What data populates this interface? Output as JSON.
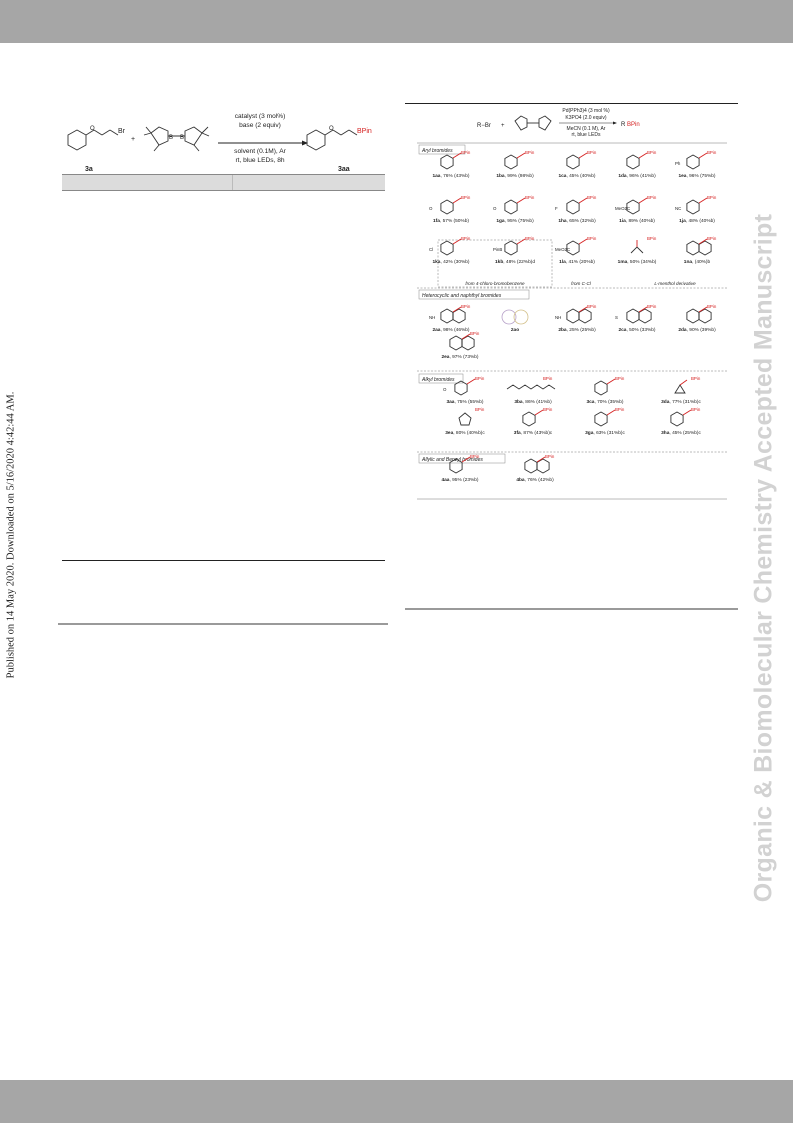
{
  "sidebar_text": "Published on 14 May 2020. Downloaded on 5/16/2020 4:42:44 AM.",
  "watermark": "Organic & Biomolecular Chemistry Accepted Manuscript",
  "left_scheme": {
    "reactant_br": "Br",
    "plus": "+",
    "b": "B",
    "o": "O",
    "conditions_above": [
      "catalyst (3 mol%)",
      "base (2 equiv)"
    ],
    "conditions_below": [
      "solvent (0.1M), Ar",
      "rt, blue LEDs, 8h"
    ],
    "product_bpin": "BPin",
    "label_reactant": "3a",
    "label_product": "3aa"
  },
  "right_scheme": {
    "header": {
      "reactant": "R−Br",
      "plus": "+",
      "conditions": [
        "Pd(PPh3)4 (3 mol %)",
        "K3PO4 (2.0 equiv)",
        "MeCN (0.1 M), Ar",
        "rt, blue LEDs"
      ],
      "product_r": "R",
      "product_bpin": "BPin"
    },
    "sections": [
      {
        "title": "Aryl bromides",
        "rows": [
          [
            {
              "id": "1aa",
              "yield": ", 76% (43%b)",
              "sub": ""
            },
            {
              "id": "1ba",
              "yield": ", 99% (98%b)",
              "sub": ""
            },
            {
              "id": "1ca",
              "yield": ", 45% (40%b)",
              "sub": ""
            },
            {
              "id": "1da",
              "yield": ", 96% (41%b)",
              "sub": ""
            },
            {
              "id": "1ea",
              "yield": ", 96% (75%b)",
              "sub": "Ph"
            }
          ],
          [
            {
              "id": "1fa",
              "yield": ", 57% (50%b)",
              "sub": "O"
            },
            {
              "id": "1ga",
              "yield": ", 95% (75%b)",
              "sub": "O"
            },
            {
              "id": "1ha",
              "yield": ", 65% (32%b)",
              "sub": "F"
            },
            {
              "id": "1ia",
              "yield": ", 89% (40%b)",
              "sub": "MeO2C"
            },
            {
              "id": "1ja",
              "yield": ", 48% (40%b)",
              "sub": "NC"
            }
          ],
          [
            {
              "id": "1ka",
              "yield": ", 42% (30%b)",
              "sub": "Cl"
            },
            {
              "id": "1kb",
              "yield": ", 48% (22%b)d",
              "sub": "PinB"
            },
            {
              "id": "1la",
              "yield": ", 41% (20%b)",
              "sub": "MeO2C"
            },
            {
              "id": "1ma",
              "yield": ", 50% (34%b)",
              "sub": ""
            },
            {
              "id": "1na",
              "yield": ", (40%)b",
              "sub": ""
            }
          ]
        ],
        "notes": [
          "from 4-chloro-bromobenzene",
          "from C-Cl",
          "L-menthol derivative"
        ]
      },
      {
        "title": "Heterocyclic and naphthyl bromides",
        "rows": [
          [
            {
              "id": "2aa",
              "yield": ", 98% (46%b)",
              "sub": "NH"
            },
            {
              "id": "2ao",
              "yield": "",
              "sub": ""
            },
            {
              "id": "2ba",
              "yield": ", 25% (25%b)",
              "sub": "NH"
            },
            {
              "id": "2ca",
              "yield": ", 50% (33%b)",
              "sub": "S"
            },
            {
              "id": "2da",
              "yield": ", 90% (39%b)",
              "sub": ""
            }
          ],
          [
            {
              "id": "2ea",
              "yield": ", 97% (73%b)",
              "sub": ""
            }
          ]
        ]
      },
      {
        "title": "Alkyl bromides",
        "rows": [
          [
            {
              "id": "3aa",
              "yield": ", 75% (55%b)",
              "sub": "O"
            },
            {
              "id": "3ba",
              "yield": ", 86% (41%b)",
              "sub": ""
            },
            {
              "id": "3ca",
              "yield": ", 70% (35%b)",
              "sub": ""
            },
            {
              "id": "3da",
              "yield": ", 77% (31%b)c",
              "sub": ""
            }
          ],
          [
            {
              "id": "3ea",
              "yield": ", 80% (40%b)c",
              "sub": ""
            },
            {
              "id": "3fa",
              "yield": ", 87% (43%b)c",
              "sub": ""
            },
            {
              "id": "3ga",
              "yield": ", 63% (31%b)c",
              "sub": ""
            },
            {
              "id": "3ha",
              "yield": ", 45% (25%b)c",
              "sub": ""
            }
          ]
        ]
      },
      {
        "title": "Allylic and Benzyl bromides",
        "rows": [
          [
            {
              "id": "4aa",
              "yield": ", 95% (23%b)",
              "sub": ""
            },
            {
              "id": "4ba",
              "yield": ", 76% (42%b)",
              "sub": ""
            }
          ]
        ]
      }
    ],
    "bpin": "BPin"
  }
}
